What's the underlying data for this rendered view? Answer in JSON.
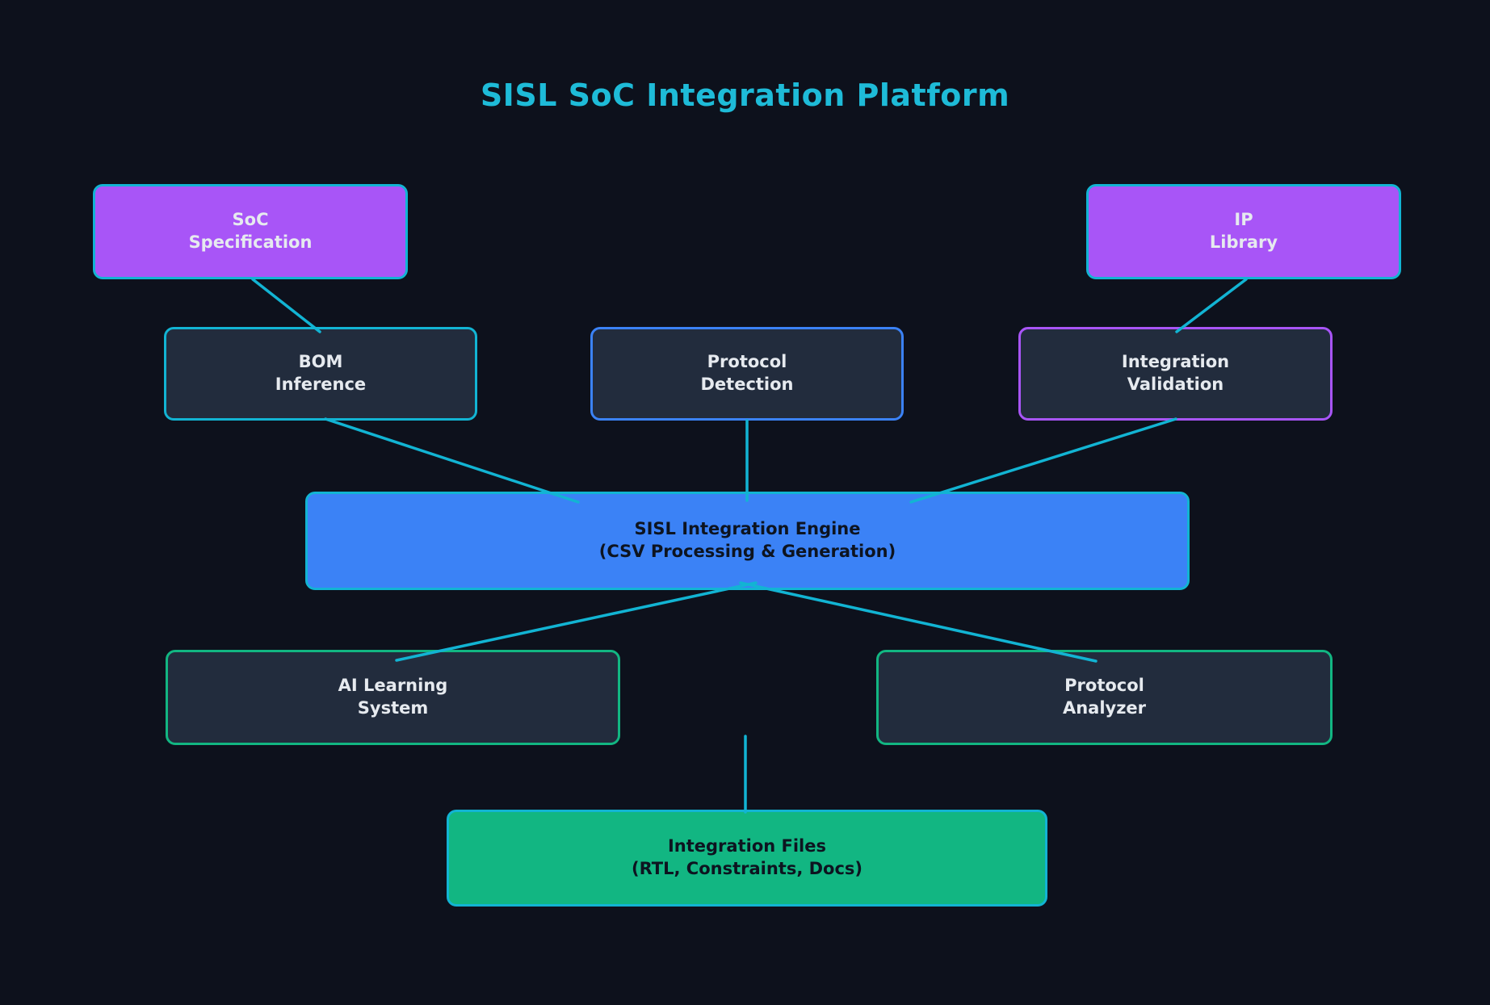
{
  "title": {
    "text": "SISL SoC Integration Platform"
  },
  "nodes": {
    "soc_specification": {
      "line1": "SoC",
      "line2": "Specification"
    },
    "ip_library": {
      "line1": "IP",
      "line2": "Library"
    },
    "bom_inference": {
      "line1": "BOM",
      "line2": "Inference"
    },
    "protocol_detection": {
      "line1": "Protocol",
      "line2": "Detection"
    },
    "integration_validation": {
      "line1": "Integration",
      "line2": "Validation"
    },
    "integration_engine": {
      "line1": "SISL Integration Engine",
      "line2": "(CSV Processing & Generation)"
    },
    "ai_learning_system": {
      "line1": "AI Learning",
      "line2": "System"
    },
    "protocol_analyzer": {
      "line1": "Protocol",
      "line2": "Analyzer"
    },
    "integration_files": {
      "line1": "Integration Files",
      "line2": "(RTL, Constraints, Docs)"
    }
  },
  "edges": [
    {
      "from": "SoC Specification",
      "to": "BOM Inference"
    },
    {
      "from": "IP Library",
      "to": "Integration Validation"
    },
    {
      "from": "BOM Inference",
      "to": "SISL Integration Engine"
    },
    {
      "from": "Protocol Detection",
      "to": "SISL Integration Engine"
    },
    {
      "from": "Integration Validation",
      "to": "SISL Integration Engine"
    },
    {
      "from": "SISL Integration Engine",
      "to": "AI Learning System"
    },
    {
      "from": "SISL Integration Engine",
      "to": "Protocol Analyzer"
    },
    {
      "from": "SISL Integration Engine",
      "to": "Integration Files"
    }
  ],
  "palette": {
    "bg": "#0d111c",
    "node-fill": "#222c3d",
    "purple": "#a855f7",
    "blue": "#3b82f6",
    "green": "#12b682",
    "cyan": "#12b4d3",
    "title": "#1ebbd8",
    "text-light": "#e6eaef",
    "text-dark": "#0d1420"
  }
}
